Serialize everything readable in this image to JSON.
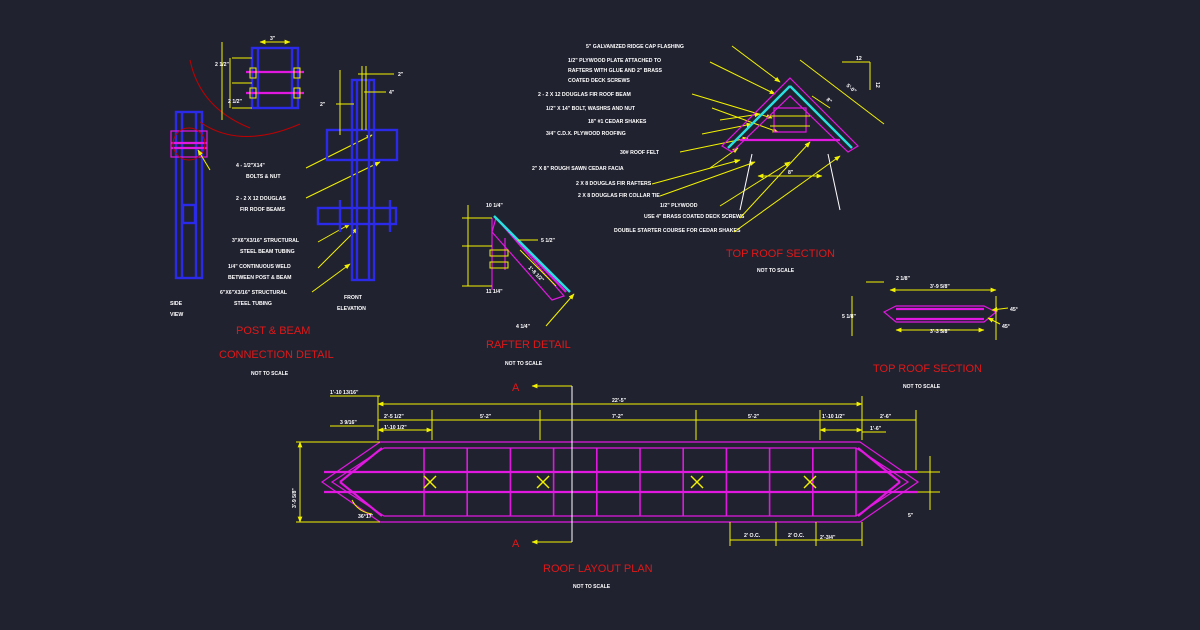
{
  "colors": {
    "background": "#212230",
    "title": "#e01818",
    "dimension": "#f2f200",
    "framing": "#e018e0",
    "steel": "#2a2ae8",
    "flashing": "#28e0e0",
    "text": "#ffffff"
  },
  "post_beam": {
    "title1": "POST & BEAM",
    "title2": "CONNECTION DETAIL",
    "nts": "NOT TO SCALE",
    "side1": "SIDE",
    "side2": "VIEW",
    "front1": "FRONT",
    "front2": "ELEVATION",
    "d_3": "3\"",
    "d_2half_a": "2 1/2\"",
    "d_2half_b": "2 1/2\"",
    "d_2a": "2\"",
    "d_4": "4\"",
    "d_2b": "2\"",
    "n1a": "4 - 1/2\"X14\"",
    "n1b": "BOLTS & NUT",
    "n2a": "2 - 2 X 12 DOUGLAS",
    "n2b": "FIR ROOF BEAMS",
    "n3a": "3\"X6\"X3/16\" STRUCTURAL",
    "n3b": "STEEL BEAM TUBING",
    "n4a": "1/4\" CONTINUOUS WELD",
    "n4b": "BETWEEN POST & BEAM",
    "n5a": "6\"X6\"X3/16\" STRUCTURAL",
    "n5b": "STEEL TUBING"
  },
  "rafter": {
    "title": "RAFTER DETAIL",
    "nts": "NOT TO SCALE",
    "d1": "10 1/4\"",
    "d2": "5 1/2\"",
    "d3": "11 1/4\"",
    "d4": "4 1/4\"",
    "d5": "1'-8 1/2\""
  },
  "notes": {
    "n1": "5\" GALVANIZED RIDGE CAP FLASHING",
    "n2a": "1/2\" PLYWOOD PLATE ATTACHED TO",
    "n2b": "RAFTERS WITH GLUE AND 2\" BRASS",
    "n2c": "COATED DECK SCREWS",
    "n3": "2 - 2 X 12 DOUGLAS FIR ROOF BEAM",
    "n4": "1/2\" X 14\" BOLT, WASHRS AND NUT",
    "n5": "18\" #1 CEDAR SHAKES",
    "n6": "3/4\" C.D.X. PLYWOOD ROOFING",
    "n7": "30# ROOF FELT",
    "n8": "2\" X 8\" ROUGH SAWN CEDAR FACIA",
    "n9": "2 X 8 DOUGLAS FIR RAFTERS",
    "n10": "2 X 8 DOUGLAS FIR COLLAR TIE",
    "n11": "1/2\" PLYWOOD",
    "n12": "USE 4\" BRASS COATED DECK SCREWS",
    "n13": "DOUBLE STARTER COURSE FOR CEDAR SHAKES"
  },
  "top_section1": {
    "title": "TOP ROOF SECTION",
    "nts": "NOT TO SCALE",
    "pitch_run": "12",
    "pitch_rise": "12",
    "d1": "5'-0\"",
    "d2": "8\"",
    "d3": "8\""
  },
  "top_section2": {
    "title": "TOP ROOF SECTION",
    "nts": "NOT TO SCALE",
    "d1": "2 1/8\"",
    "d2": "3'-9 5/8\"",
    "d3": "5 1/8\"",
    "d4": "3'-3 5/8\"",
    "a1": "45°",
    "a2": "45°"
  },
  "plan": {
    "title": "ROOF LAYOUT PLAN",
    "nts": "NOT TO SCALE",
    "sec_a1": "A",
    "sec_a2": "A",
    "overall": "22'-5\"",
    "d_1_10_13": "1'-10 13/16\"",
    "d_3_9_16": "3 9/16\"",
    "d_2_5": "2'-5 1/2\"",
    "d_1_10_a": "1'-10 1/2\"",
    "d_5_2a": "5'-2\"",
    "d_7_2": "7'-2\"",
    "d_5_2b": "5'-2\"",
    "d_1_10_b": "1'-10 1/2\"",
    "d_2_6": "2'-6\"",
    "d_1_6": "1'-6\"",
    "d_height": "3'-9 5/8\"",
    "d_angle": "36°17'",
    "d_5": "5\"",
    "oc1": "2' O.C.",
    "oc2": "2' O.C.",
    "oc3": "2'-3/4\""
  }
}
